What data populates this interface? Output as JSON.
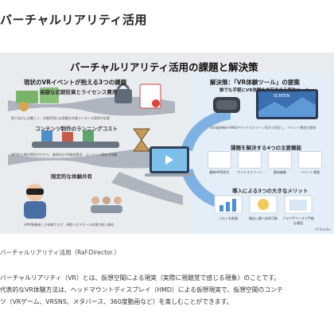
{
  "page": {
    "title": "バーチャルリアリティ活用"
  },
  "infographic": {
    "title": "バーチャルリアリティ活用の課題と解決策",
    "left_panel_title": "現状のVRイベントが抱える3つの課題",
    "right_panel_title": "解決策：「VR体験ツール」の提案",
    "left_items": [
      {
        "heading": "高額な初期投資とライセンス費用",
        "note": "個人向けには難しく、先端利用には高額な年間ライセンス契約が必要"
      },
      {
        "heading": "コンテンツ制作のランニングコスト",
        "note": "専門的な制作費用がかかり、継続的なVR開発費用・コンテンツ更新が困難"
      },
      {
        "heading": "限定的な体験共有",
        "note": "HMD装着者しか体験できず、周囲へのアピール効果が低い傾向"
      }
    ],
    "right_top_heading": "誰でも手軽にVR体験を共有できる再生ツール",
    "right_top_note": "360度映像をHMDやワイドスクリーン両方で再生し、イベント運営を実現",
    "right_top_labels": [
      "HMD",
      "SCREEN"
    ],
    "features_heading": "課題を解決する4つの主要機能",
    "features": [
      "最新HMD再生",
      "ワイドスクリーン",
      "簡易編集",
      "イベント管理"
    ],
    "merits_heading": "導入による3つの大きなメリット",
    "merits": [
      "コストを削減",
      "幅広い層へ訴求可能",
      "ブラウザベースで手軽な運用"
    ],
    "credit": "AI Notebo"
  },
  "caption": "バーチャルリアリティ活用（Raf-Director.）",
  "paragraph": [
    "バーチャルリアリティ（VR）とは、仮想空間による現実（実際に視聴覚で感じる現象）のことです。",
    "代表的なVR体験方法は、ヘッドマウントディスプレイ（HMD）による仮想現実で、仮想空間のコンテ",
    "ツ（VRゲーム、VRSNS、メタバース、360度動画など）を楽しむことができます。"
  ],
  "colors": {
    "accent_blue": "#4a8fd8",
    "road": "#9fa7b2",
    "left_bg": "#e9ecef",
    "right_bg": "#e3eef9"
  }
}
